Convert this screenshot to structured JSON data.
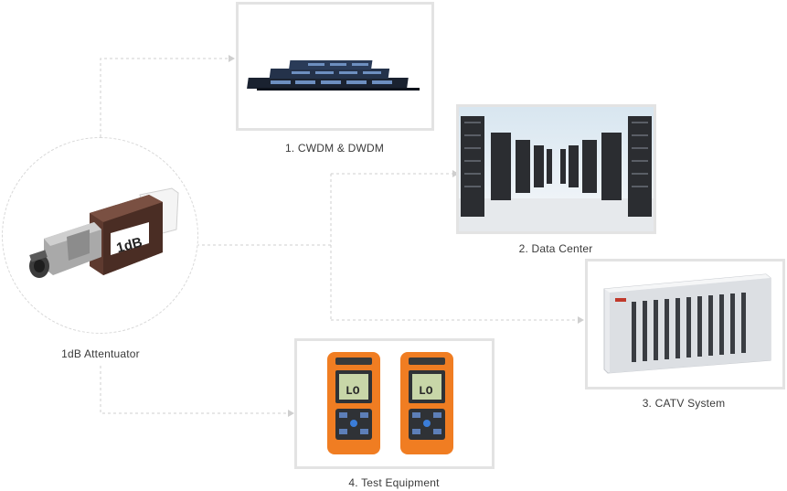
{
  "source": {
    "label": "1dB Attentuator",
    "device_text": "1dB"
  },
  "applications": [
    {
      "caption": "1. CWDM & DWDM",
      "icon": "rack-mount-mux-icon"
    },
    {
      "caption": "2. Data Center",
      "icon": "server-hall-icon"
    },
    {
      "caption": "3. CATV System",
      "icon": "catv-chassis-icon"
    },
    {
      "caption": "4. Test Equipment",
      "icon": "handheld-meter-icon"
    }
  ],
  "meter_display": "LO",
  "colors": {
    "connector": "#5e3a2f",
    "meter_body": "#f07d22",
    "border": "#e3e3e3",
    "line": "#cfcfcf"
  }
}
